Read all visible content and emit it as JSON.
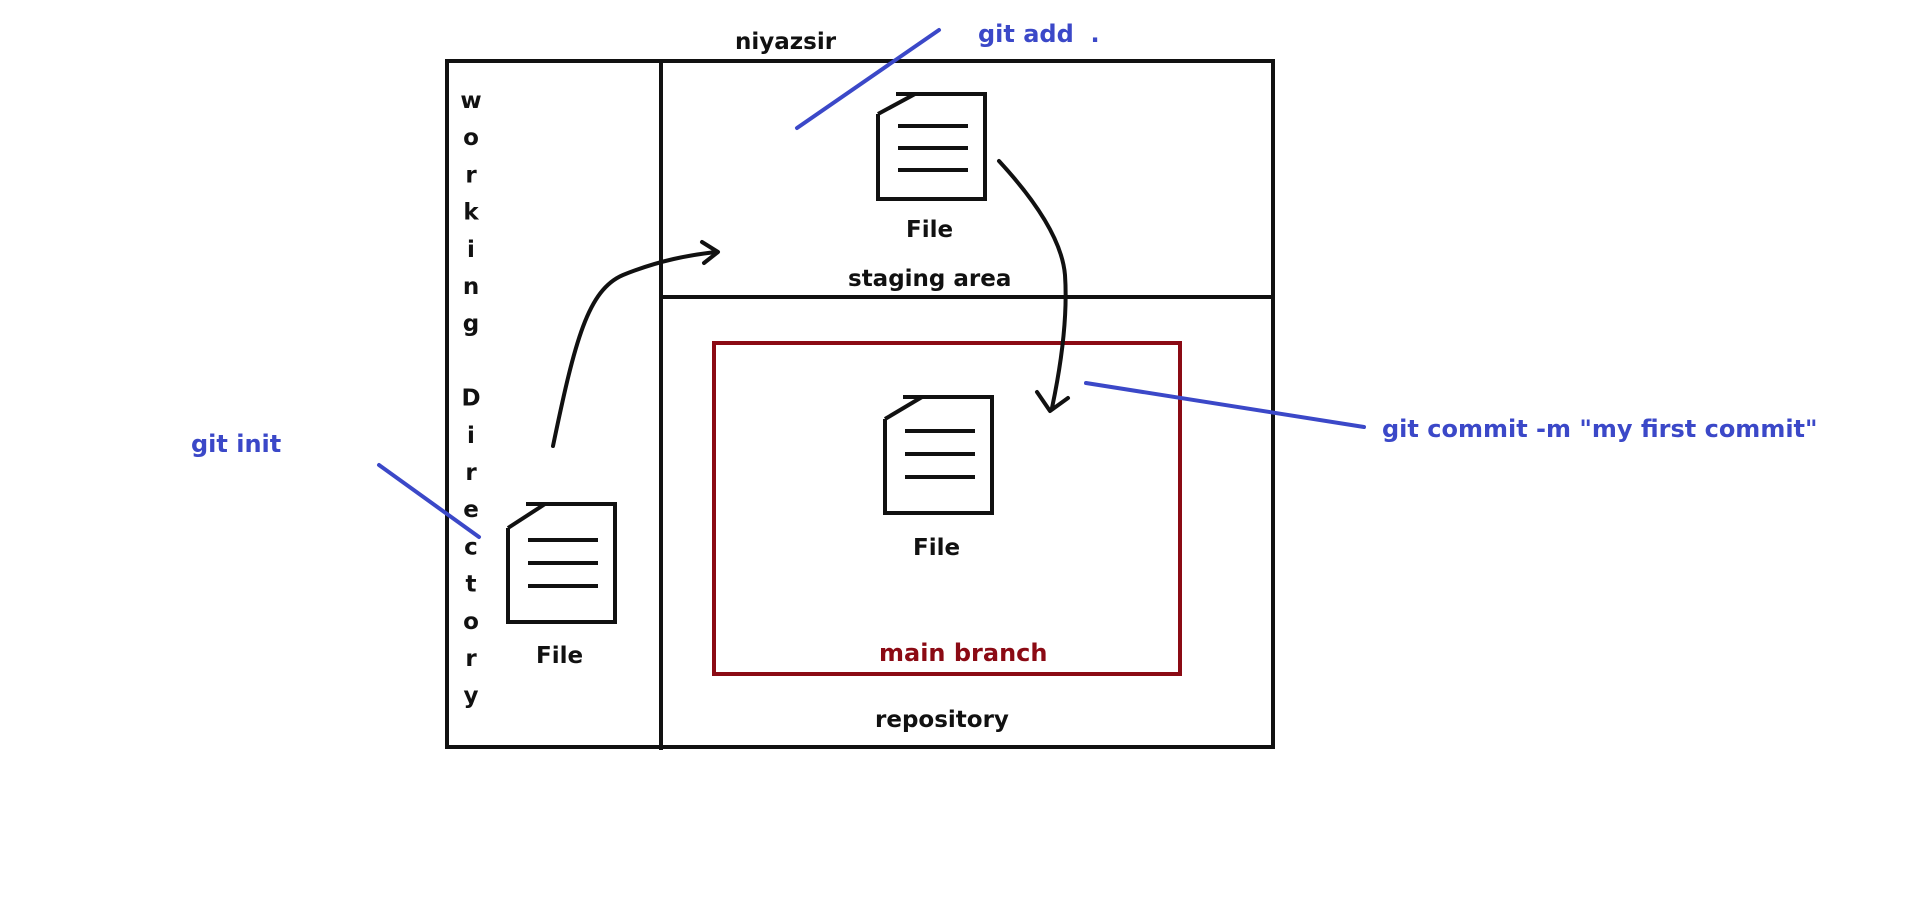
{
  "title": "niyazsir",
  "labels": {
    "staging_area": "staging area",
    "repository": "repository",
    "main_branch": "main branch",
    "file_working": "File",
    "file_staging": "File",
    "file_repo": "File",
    "working_directory": "working Directory"
  },
  "commands": {
    "git_init": "git init",
    "git_add": "git add  .",
    "git_commit": "git commit -m \"my first commit\""
  },
  "colors": {
    "stroke": "#111111",
    "command_blue": "#3b48c8",
    "branch_red": "#8b0a14",
    "background": "#ffffff"
  }
}
